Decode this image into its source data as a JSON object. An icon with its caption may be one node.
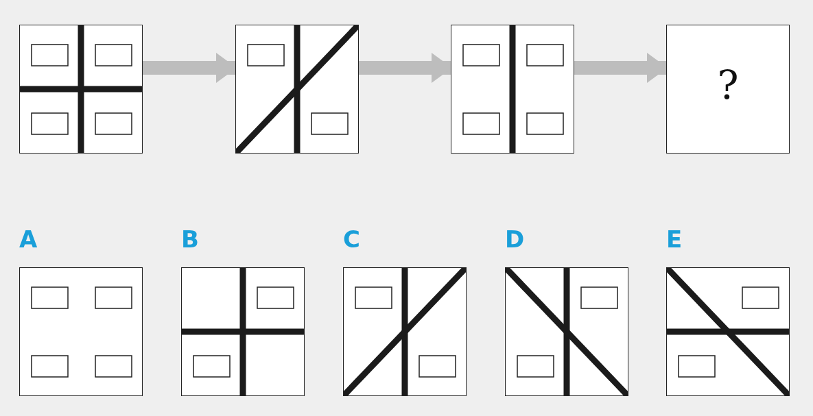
{
  "diagram": {
    "nodes": [
      {
        "text": [],
        "shape": "picture"
      },
      {
        "text": [],
        "shape": "picture"
      },
      {
        "text": [],
        "shape": "picture"
      },
      {
        "text": [
          "?"
        ]
      },
      {
        "text": [
          "A"
        ]
      },
      {
        "text": [
          "B"
        ]
      },
      {
        "text": [
          "C"
        ]
      },
      {
        "text": [
          "D"
        ]
      },
      {
        "text": [
          "E"
        ]
      }
    ],
    "edges": [
      {
        "from": 0,
        "to": 1,
        "arrow": "to"
      },
      {
        "from": 1,
        "to": 2,
        "arrow": "to"
      },
      {
        "from": 2,
        "to": 3,
        "arrow": "to"
      }
    ]
  }
}
